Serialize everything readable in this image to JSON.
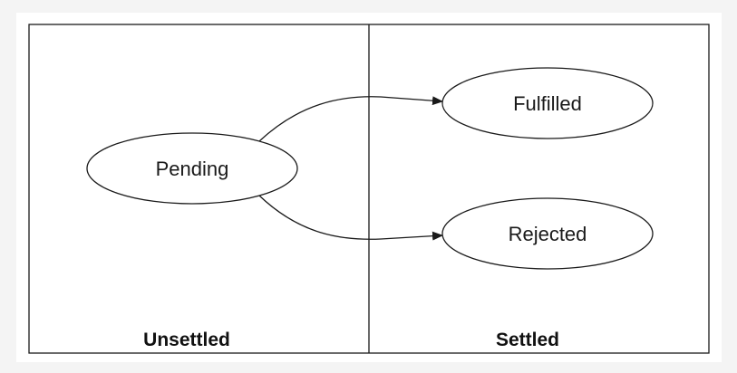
{
  "diagram": {
    "zones": {
      "left_label": "Unsettled",
      "right_label": "Settled"
    },
    "states": {
      "pending": "Pending",
      "fulfilled": "Fulfilled",
      "rejected": "Rejected"
    },
    "colors": {
      "stroke": "#1a1a1a",
      "background": "#ffffff",
      "page": "#f4f4f4"
    }
  }
}
